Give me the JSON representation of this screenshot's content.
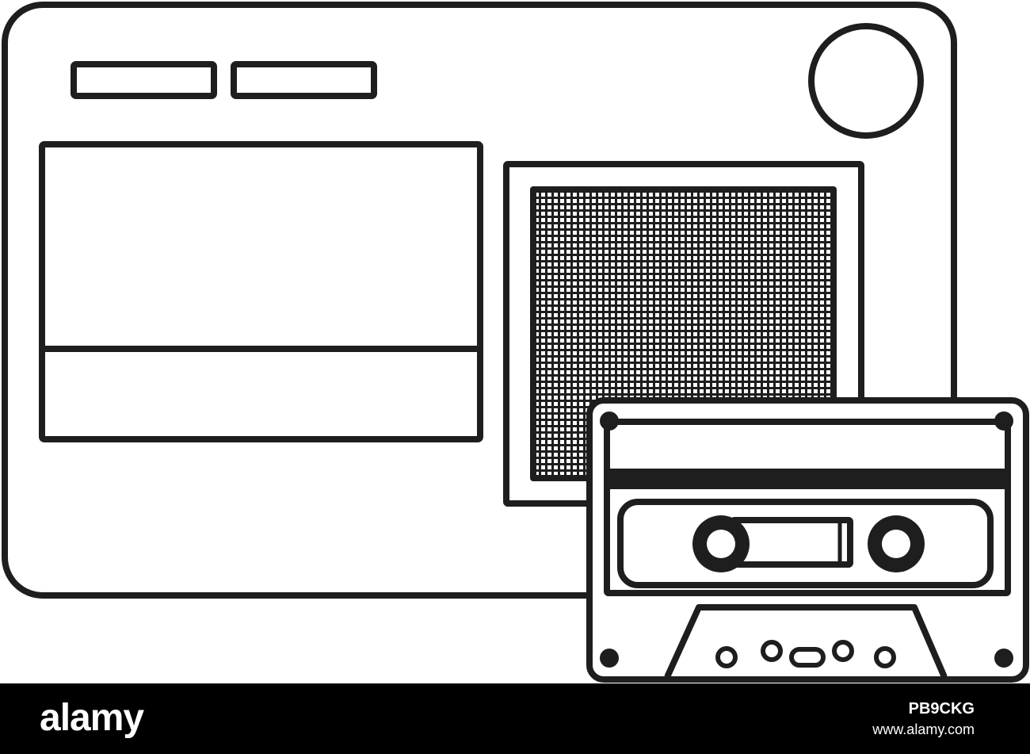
{
  "colors": {
    "ink": "#1e1e1e",
    "paper": "#ffffff",
    "footer_bg": "#000000",
    "footer_text": "#ffffff"
  },
  "icons": [
    "radio-cassette-player-icon",
    "speaker-grille-icon",
    "cassette-tape-icon"
  ],
  "footer": {
    "brand": "alamy",
    "image_id": "PB9CKG",
    "url": "www.alamy.com"
  }
}
